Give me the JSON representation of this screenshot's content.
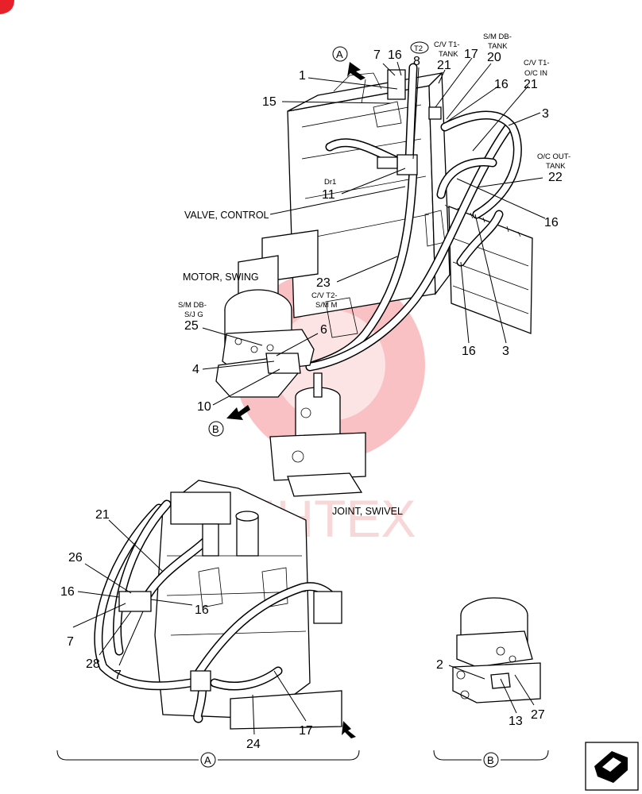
{
  "corner_mark_color": "#e8202a",
  "watermark": {
    "text": "ИНТЕХ",
    "color": "#f2b8b8"
  },
  "labels": {
    "n7_top": "7",
    "n16_top": "16",
    "t2": "T2",
    "n8": "8",
    "cv_t1_tank_1": "C/V T1-",
    "cv_t1_tank_2": "TANK",
    "n21_top": "21",
    "n17_top": "17",
    "sm_db_tank_1": "S/M DB-",
    "sm_db_tank_2": "TANK",
    "n20": "20",
    "cv_t1_oc_1": "C/V T1-",
    "cv_t1_oc_2": "O/C IN",
    "n21_right": "21",
    "n1": "1",
    "n15": "15",
    "n16_mid": "16",
    "n3_top": "3",
    "oc_out_1": "O/C OUT-",
    "oc_out_2": "TANK",
    "n22": "22",
    "dr1": "Dr1",
    "n11": "11",
    "valve_control": "VALVE, CONTROL",
    "n16_right": "16",
    "motor_swing": "MOTOR, SWING",
    "n23": "23",
    "cv_t2_1": "C/V T2-",
    "cv_t2_2": "S/M M",
    "sm_db_sjg_1": "S/M DB-",
    "sm_db_sjg_2": "S/J G",
    "n25": "25",
    "n6": "6",
    "n4": "4",
    "n16_lower": "16",
    "n3_lower": "3",
    "n10": "10",
    "joint_swivel": "JOINT, SWIVEL",
    "n21_a": "21",
    "n26": "26",
    "n16_a_left": "16",
    "n16_a_mid": "16",
    "n7_a1": "7",
    "n28": "28",
    "n7_a2": "7",
    "n24": "24",
    "n17_a": "17",
    "n2": "2",
    "n13": "13",
    "n27": "27"
  },
  "view_markers": {
    "a": "A",
    "b": "B"
  }
}
